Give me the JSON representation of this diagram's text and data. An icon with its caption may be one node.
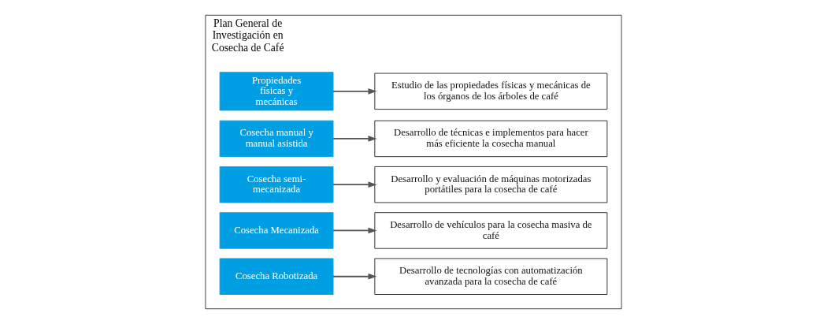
{
  "diagram": {
    "nodes": [
      {
        "text": [
          "Plan General de Investigación en Cosecha de Café"
        ]
      },
      {
        "text": [
          "Propiedades físicas y mecánicas"
        ],
        "in": 0
      },
      {
        "text": [
          "Estudio de las propiedades físicas y mecánicas de los órganos de los árboles de café"
        ],
        "in": 0
      },
      {
        "text": [
          "Cosecha manual y manual asistida"
        ],
        "in": 0
      },
      {
        "text": [
          "Desarrollo de técnicas e implementos para hacer más eficiente la cosecha manual"
        ],
        "in": 0
      },
      {
        "text": [
          "Cosecha semi-mecanizada"
        ],
        "in": 0
      },
      {
        "text": [
          "Desarrollo y evaluación de máquinas motorizadas portátiles para la cosecha de café"
        ],
        "in": 0
      },
      {
        "text": [
          "Cosecha Mecanizada"
        ],
        "in": 0
      },
      {
        "text": [
          "Desarrollo de vehículos para la cosecha masiva de café"
        ],
        "in": 0
      },
      {
        "text": [
          "Cosecha Robotizada"
        ],
        "in": 0
      },
      {
        "text": [
          "Desarrollo de tecnologías con automatización avanzada para la cosecha de café"
        ],
        "in": 0
      }
    ],
    "edges": [
      {
        "from": 1,
        "to": 2,
        "arrow": "to"
      },
      {
        "from": 3,
        "to": 4,
        "arrow": "to"
      },
      {
        "from": 5,
        "to": 6,
        "arrow": "to"
      },
      {
        "from": 7,
        "to": 8,
        "arrow": "to"
      },
      {
        "from": 9,
        "to": 10,
        "arrow": "to"
      }
    ]
  }
}
